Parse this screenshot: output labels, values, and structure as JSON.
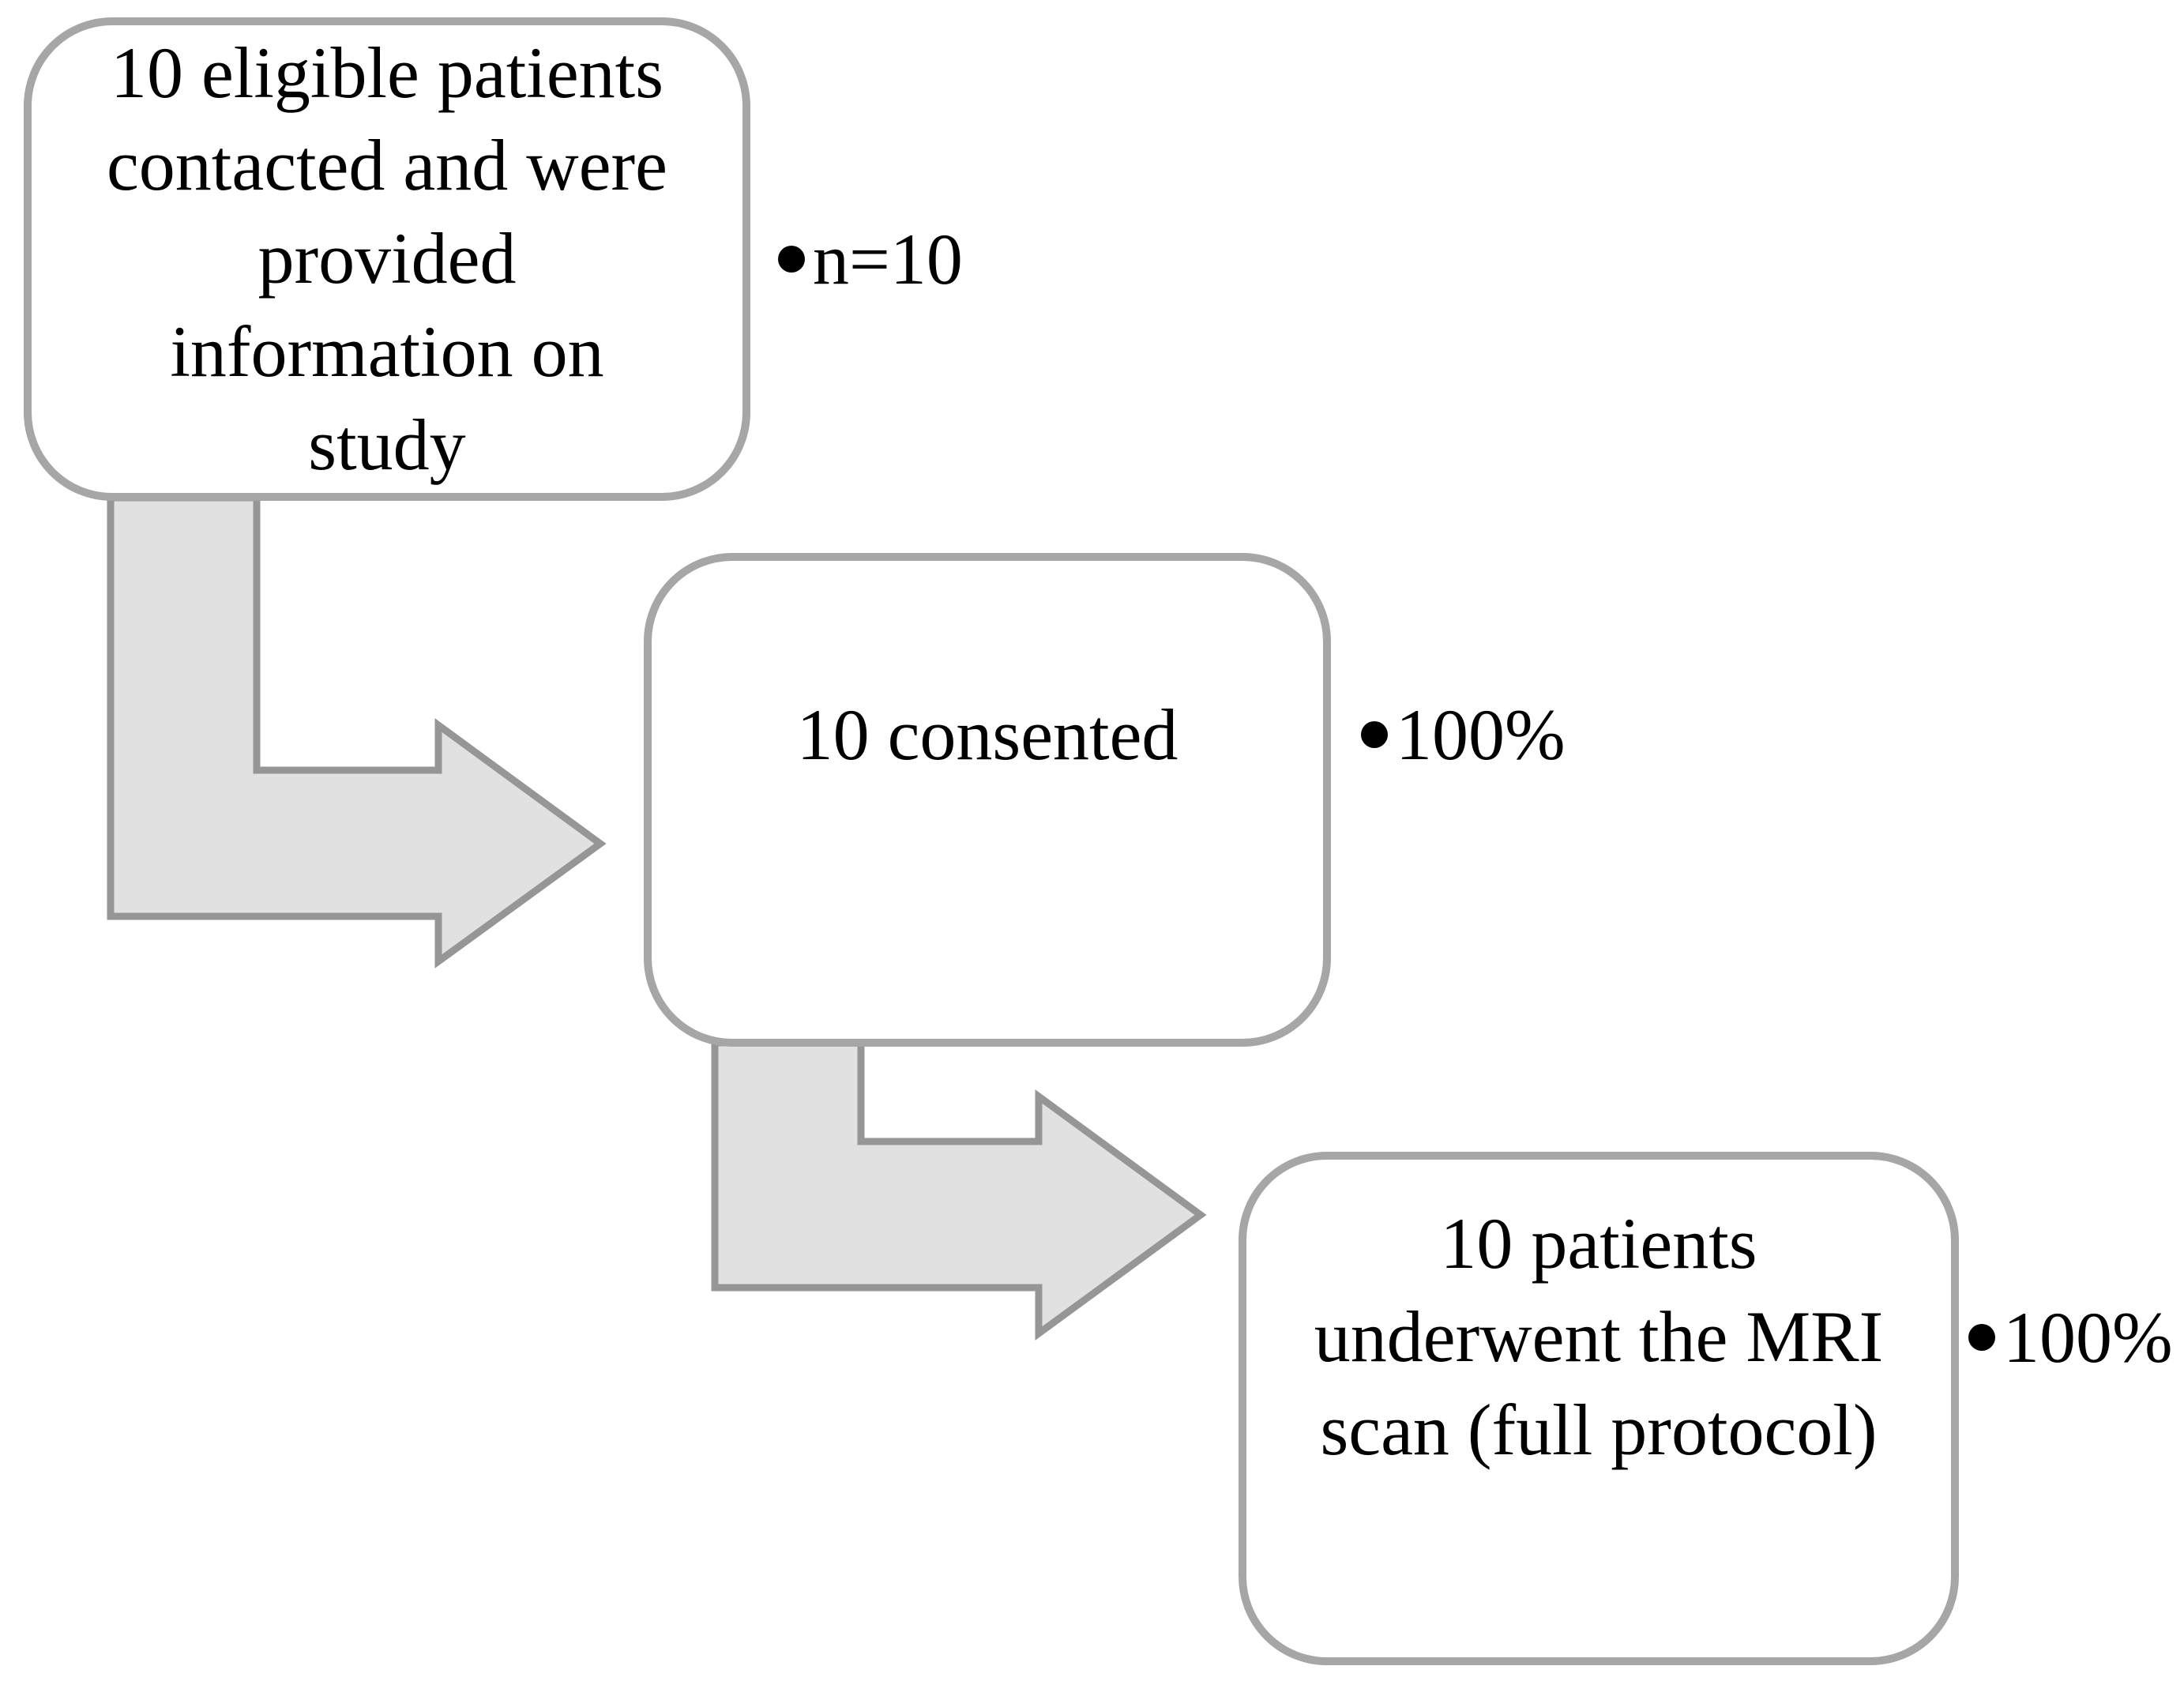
{
  "figure": {
    "type": "flowchart",
    "description": "Three-step patient recruitment flow diagram with elbow arrows and bullet annotations"
  },
  "colors": {
    "box_fill": "#ffffff",
    "box_border": "#a6a6a6",
    "arrow_fill": "#e1e1e1",
    "arrow_border": "#969696",
    "text": "#000000",
    "page_bg": "#ffffff"
  },
  "steps": [
    {
      "id": 1,
      "text": "10 eligible patients contacted and were provided information on study",
      "lines": [
        "10 eligible patients",
        "contacted and were",
        "provided",
        "information on",
        "study"
      ],
      "bullet": "n=10"
    },
    {
      "id": 2,
      "text": "10 consented",
      "lines": [
        "10 consented"
      ],
      "bullet": "100%"
    },
    {
      "id": 3,
      "text": "10 patients underwent the MRI scan (full protocol)",
      "lines": [
        "10 patients",
        "underwent the MRI",
        "scan (full protocol)"
      ],
      "bullet": "100%"
    }
  ]
}
